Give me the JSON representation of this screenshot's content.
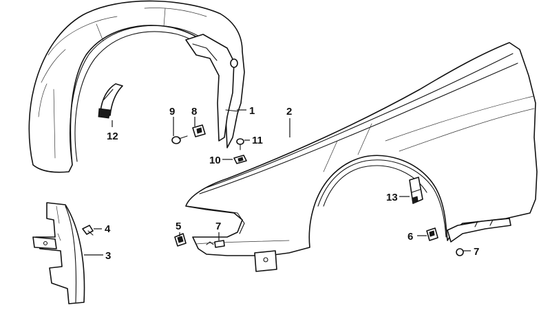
{
  "callouts": [
    {
      "id": "c1",
      "label": "1"
    },
    {
      "id": "c2",
      "label": "2"
    },
    {
      "id": "c3",
      "label": "3"
    },
    {
      "id": "c4",
      "label": "4"
    },
    {
      "id": "c5",
      "label": "5"
    },
    {
      "id": "c6",
      "label": "6"
    },
    {
      "id": "c7a",
      "label": "7"
    },
    {
      "id": "c7b",
      "label": "7"
    },
    {
      "id": "c8",
      "label": "8"
    },
    {
      "id": "c9",
      "label": "9"
    },
    {
      "id": "c10",
      "label": "10"
    },
    {
      "id": "c11",
      "label": "11"
    },
    {
      "id": "c12",
      "label": "12"
    },
    {
      "id": "c13",
      "label": "13"
    }
  ]
}
